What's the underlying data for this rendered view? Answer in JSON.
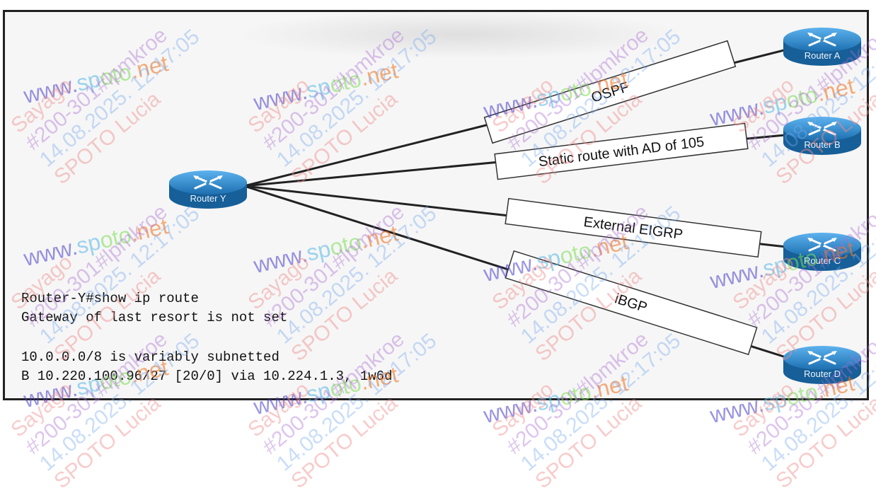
{
  "routers": {
    "center": "Router Y",
    "a": "Router A",
    "b": "Router B",
    "c": "Router C",
    "d": "Router D"
  },
  "links": {
    "a": "OSPF",
    "b": "Static route with AD of 105",
    "c": "External EIGRP",
    "d": "iBGP"
  },
  "cli": {
    "line1": "Router-Y#show ip route",
    "line2": "Gateway of last resort is not set",
    "line3": "10.0.0.0/8 is variably subnetted",
    "line4": "B 10.220.100.96/27 [20/0] via 10.224.1.3, 1w6d"
  },
  "watermark": {
    "site": [
      "www.",
      "sp",
      "oto",
      ".net"
    ],
    "diag_lines": [
      "Sayago",
      "#200-301#lpmkroe",
      "14.08.2025. 12:17:05",
      "SPOTO Lucia"
    ]
  }
}
